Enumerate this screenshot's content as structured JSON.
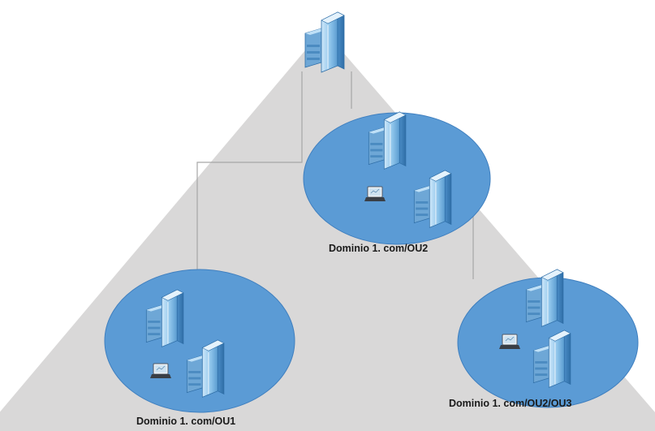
{
  "diagram": {
    "nodes": [
      {
        "id": "root",
        "label": ""
      },
      {
        "id": "ou2",
        "label": "Dominio 1. com/OU2"
      },
      {
        "id": "ou1",
        "label": "Dominio 1. com/OU1"
      },
      {
        "id": "ou3",
        "label": "Dominio 1. com/OU2/OU3"
      }
    ],
    "edges": [
      {
        "from": "root",
        "to": "ou2"
      },
      {
        "from": "root",
        "to": "ou1"
      },
      {
        "from": "ou2",
        "to": "ou3"
      }
    ],
    "icons": [
      "server-icon",
      "laptop-icon"
    ],
    "colors": {
      "triangle": "#d9d8d8",
      "ellipse": "#5b9bd5",
      "ellipse_stroke": "#3f7fbf",
      "connector": "#a6a6a6",
      "server_light": "#bfe0f7",
      "server_mid": "#7ab5e0",
      "server_dark": "#3c7fb8"
    }
  }
}
